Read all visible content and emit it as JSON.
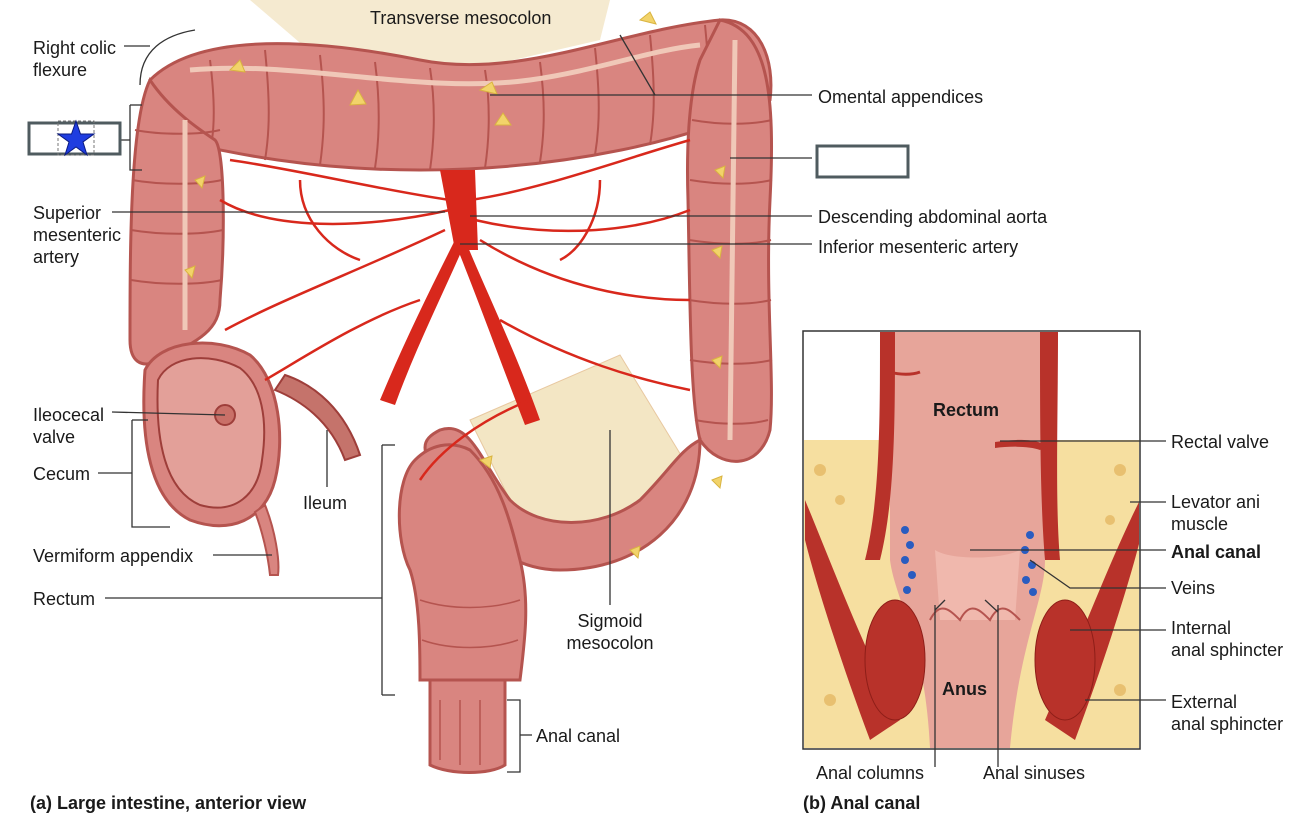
{
  "part_a": {
    "caption": "(a) Large intestine, anterior view",
    "labels": {
      "transverse_mesocolon": "Transverse mesocolon",
      "right_colic_flexure_1": "Right colic",
      "right_colic_flexure_2": "flexure",
      "omental_appendices": "Omental appendices",
      "superior_mesenteric_1": "Superior",
      "superior_mesenteric_2": "mesenteric",
      "superior_mesenteric_3": "artery",
      "descending_aorta": "Descending abdominal aorta",
      "inferior_mesenteric": "Inferior mesenteric artery",
      "ileocecal_1": "Ileocecal",
      "ileocecal_2": "valve",
      "cecum": "Cecum",
      "ileum": "Ileum",
      "vermiform_appendix": "Vermiform appendix",
      "rectum": "Rectum",
      "sigmoid_1": "Sigmoid",
      "sigmoid_2": "mesocolon",
      "anal_canal": "Anal canal"
    },
    "marker_icon": "star-icon",
    "marker_color": "#1f3de0"
  },
  "part_b": {
    "caption": "(b) Anal canal",
    "labels": {
      "rectum": "Rectum",
      "rectal_valve": "Rectal valve",
      "levator_1": "Levator ani",
      "levator_2": "muscle",
      "anal_canal": "Anal canal",
      "veins": "Veins",
      "internal_1": "Internal",
      "internal_2": "anal sphincter",
      "external_1": "External",
      "external_2": "anal sphincter",
      "anus": "Anus",
      "anal_columns": "Anal columns",
      "anal_sinuses": "Anal sinuses"
    }
  },
  "colors": {
    "colon": "#d98580",
    "colon_dark": "#b5544f",
    "artery": "#d8281c",
    "fat": "#f2d36a",
    "mesentery": "#f3e6c4",
    "muscle": "#b8322a",
    "fat_tissue": "#f6dfa0",
    "vein": "#2a5cc0"
  }
}
